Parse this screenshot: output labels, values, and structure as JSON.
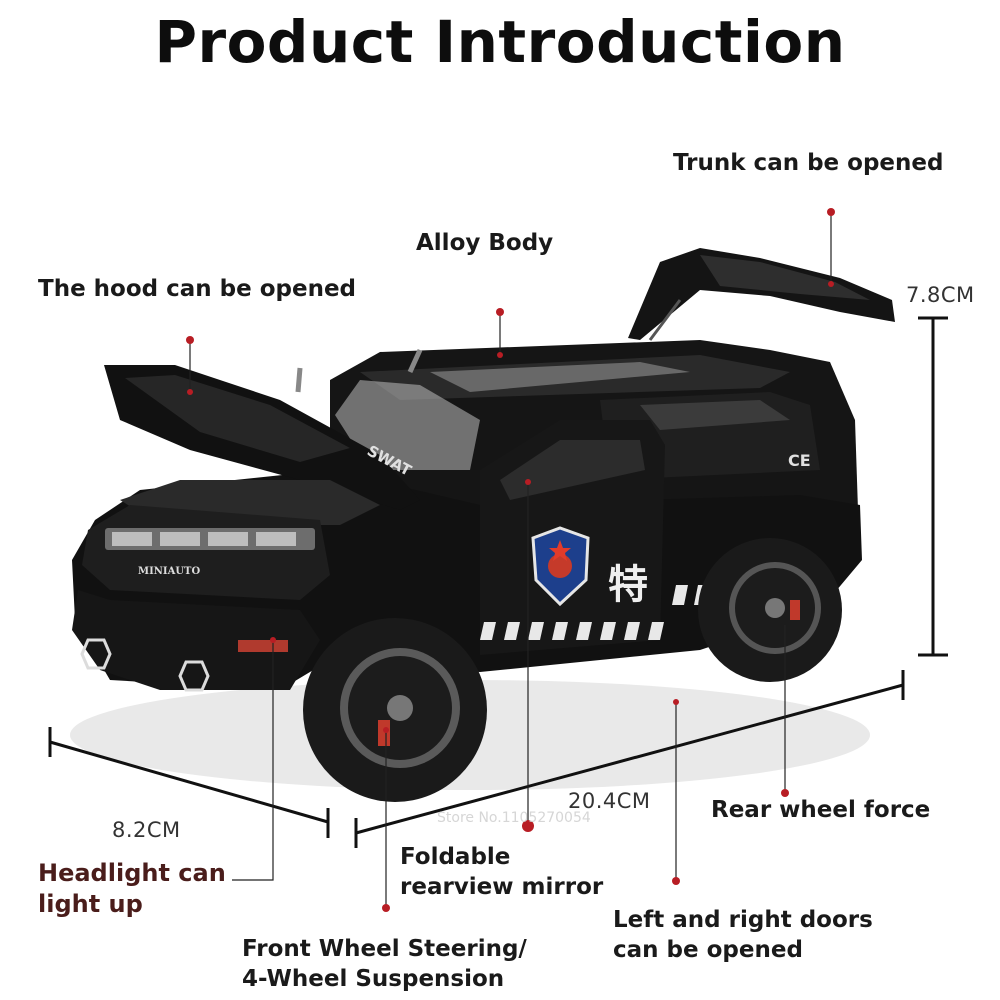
{
  "title": "Product Introduction",
  "features": {
    "trunk": "Trunk can be opened",
    "alloy_body": "Alloy Body",
    "hood": "The hood can be opened",
    "rear_wheel": "Rear wheel force",
    "mirror": "Foldable\nrearview mirror",
    "headlight": "Headlight can\nlight up",
    "doors": "Left and right doors\ncan be opened",
    "front_wheel": "Front Wheel Steering/\n4-Wheel Suspension"
  },
  "dimensions": {
    "height": "7.8CM",
    "width": "8.2CM",
    "length": "20.4CM"
  },
  "vehicle": {
    "hood_text": "SWAT",
    "grille_text": "MINIAUTO",
    "door_character": "特",
    "side_text": "CE"
  },
  "watermark": "Store No.1105270054",
  "colors": {
    "body": "#141414",
    "marker": "#b81d24",
    "accent_text": "#4a1d1b",
    "badge_blue": "#1d3f8c"
  }
}
